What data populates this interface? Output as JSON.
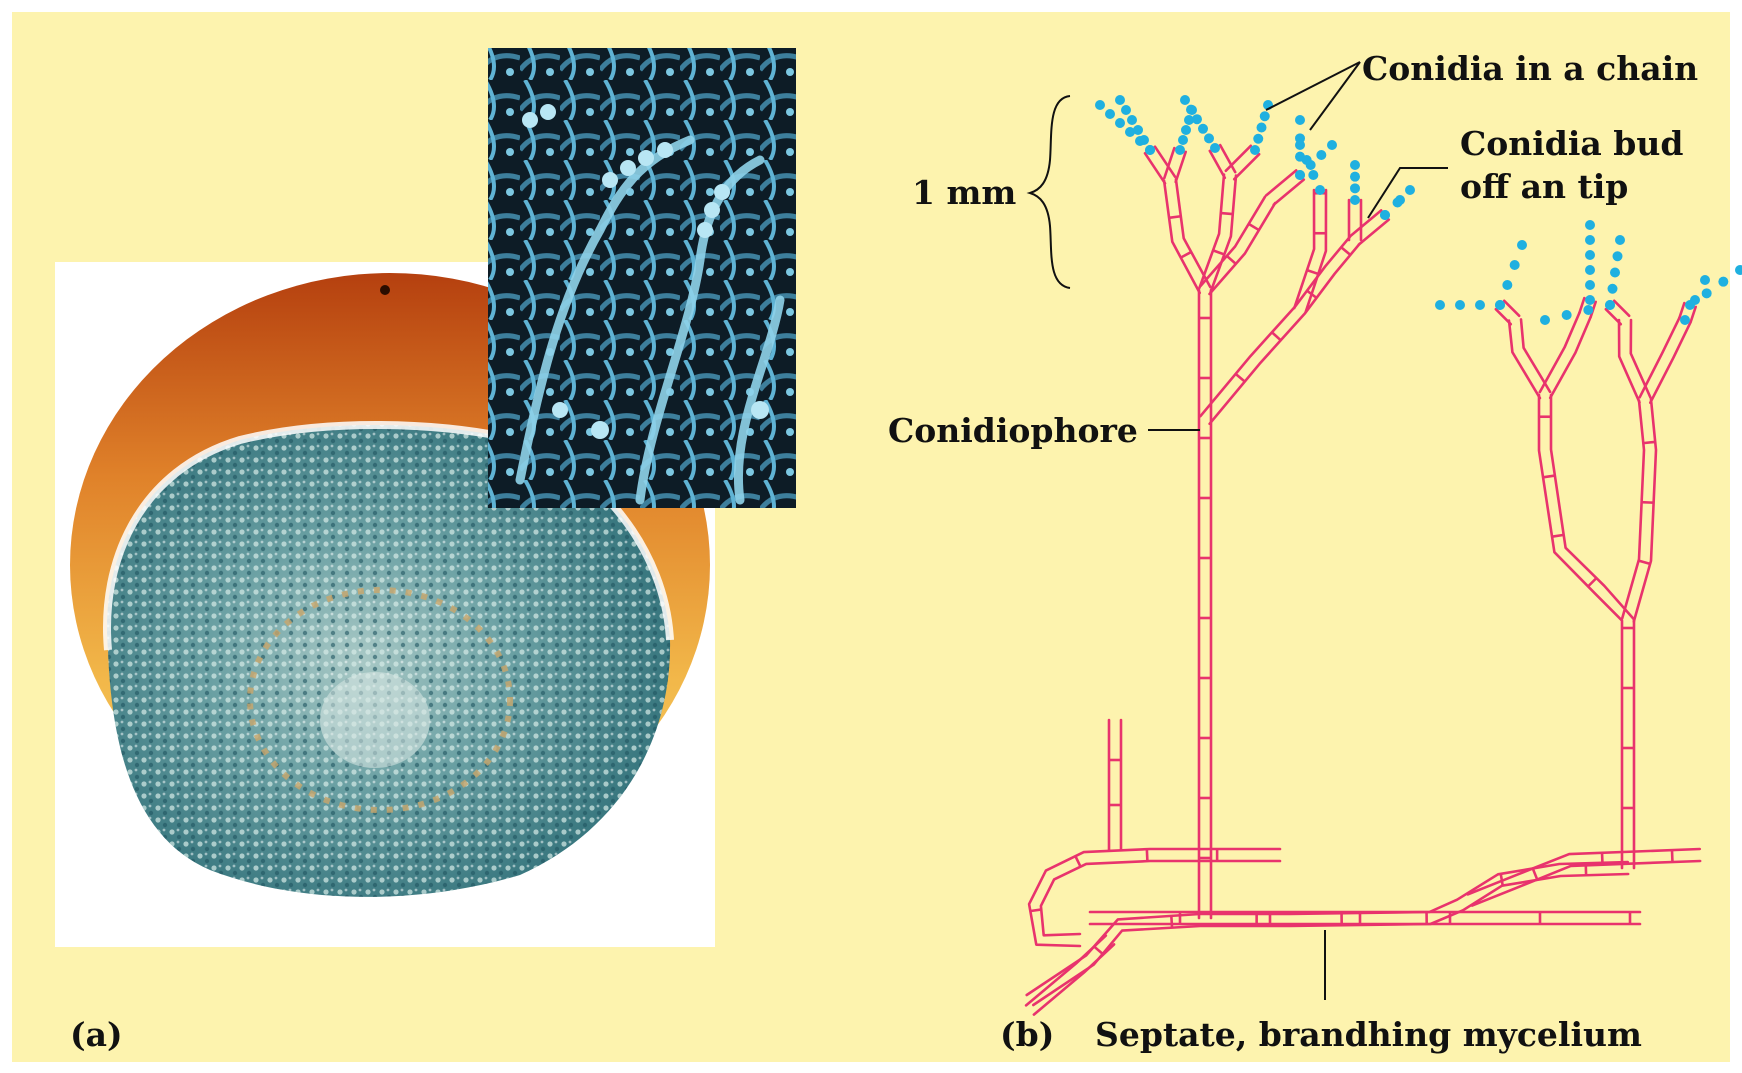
{
  "panel_a": {
    "label": "(a)"
  },
  "panel_b": {
    "label": "(b)",
    "scale_label": "1 mm",
    "label_conidia_chain": "Conidia in a chain",
    "label_conidia_bud_line1": "Conidia bud",
    "label_conidia_bud_line2": "off an tip",
    "label_conidiophore": "Conidiophore",
    "label_mycelium": "Septate, brandhing mycelium"
  },
  "colors": {
    "background": "#fdf3ae",
    "hypha": "#e8336d",
    "conidia": "#1fb0e0",
    "orange_top": "#c24f12",
    "orange_mid": "#f0a13a",
    "mold": "#4f8f95",
    "inset_bg": "#0d1c26",
    "inset_hypha": "#62b8d6"
  }
}
